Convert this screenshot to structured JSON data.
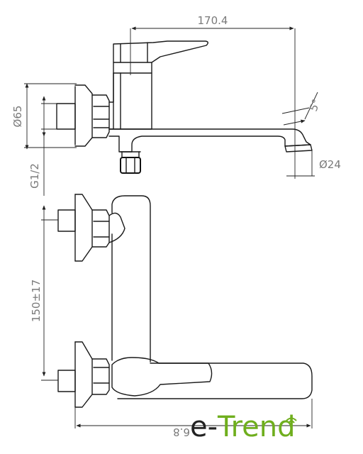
{
  "dimensions": {
    "spout_length": "170.4",
    "spout_angle": "5°",
    "flange_diameter": "Ø65",
    "outlet_diameter": "Ø24",
    "thread": "G1/2",
    "inlet_spacing": "150±17",
    "projection": "6.8"
  },
  "brand": {
    "prefix": "e-",
    "name": "Trend",
    "color": "#6fae1d"
  }
}
